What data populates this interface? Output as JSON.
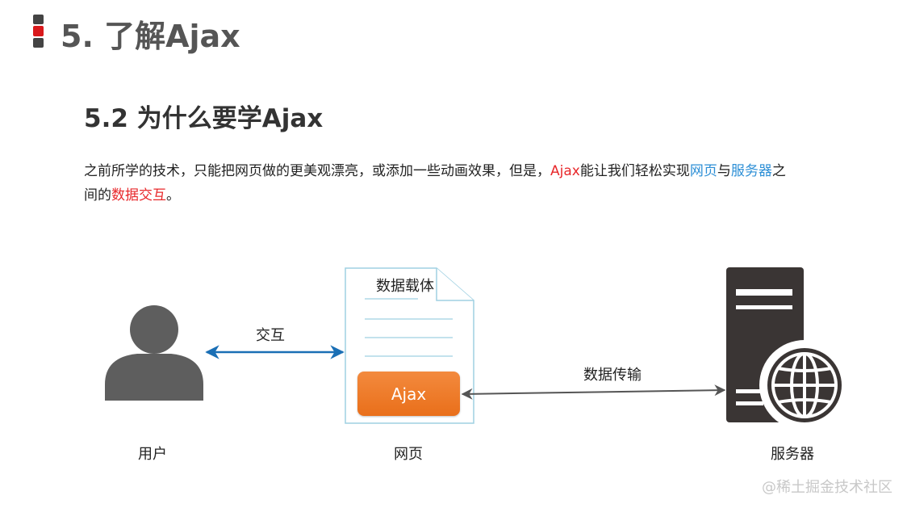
{
  "header": {
    "title": "5. 了解Ajax"
  },
  "section": {
    "title": "5.2 为什么要学Ajax",
    "paragraph": {
      "p1": "之前所学的技术，只能把网页做的更美观漂亮，或添加一些动画效果，但是，",
      "ajax": "Ajax",
      "p2": "能让我们轻松实现",
      "webpage": "网页",
      "and": "与",
      "server": "服务器",
      "p3": "之",
      "line2_a": "间的",
      "data_exchange": "数据交互",
      "line2_b": "。"
    }
  },
  "diagram": {
    "user_label": "用户",
    "interaction_label": "交互",
    "data_carrier_label": "数据载体",
    "ajax_label": "Ajax",
    "webpage_label": "网页",
    "transfer_label": "数据传输",
    "server_label": "服务器",
    "icons": {
      "user": "user-icon",
      "document": "document-icon",
      "server": "server-icon",
      "globe": "globe-icon"
    }
  },
  "watermark": "@稀土掘金技术社区",
  "colors": {
    "marker_gray": "#444444",
    "marker_red": "#d9191c",
    "highlight_red": "#e8282b",
    "highlight_blue": "#2d8fd6",
    "arrow_blue": "#1a6fb5",
    "ajax_orange": "#ee7a2a",
    "server_dark": "#3a3534"
  }
}
